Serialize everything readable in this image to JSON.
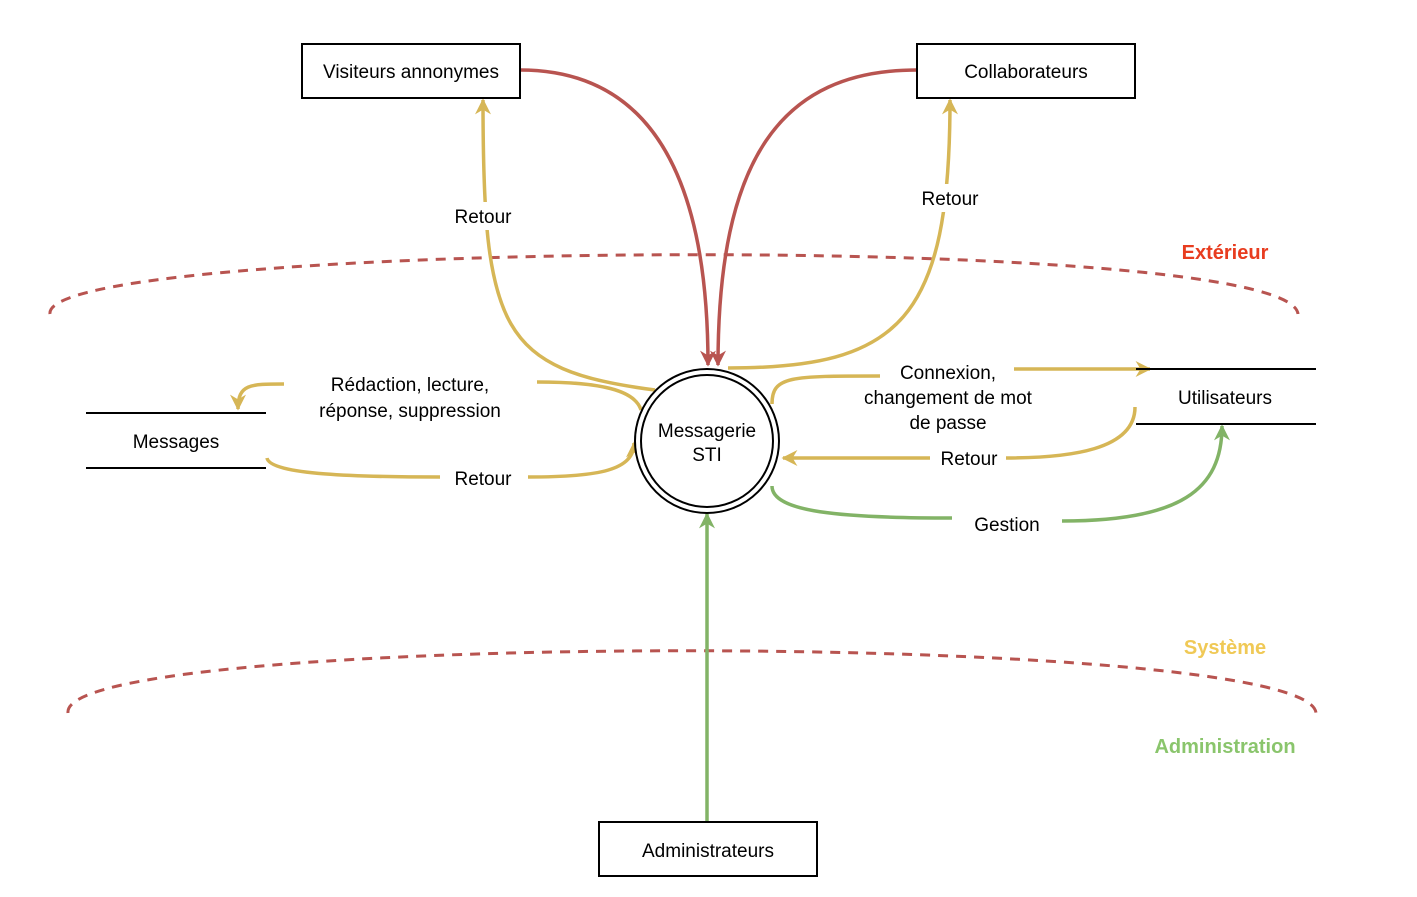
{
  "colors": {
    "red": "#b85450",
    "yellow": "#d6b656",
    "green": "#82b366",
    "exterieur_label": "#e83c1f",
    "systeme_label": "#f0c956",
    "administration_label": "#8ac56c"
  },
  "entities": {
    "visiteurs": "Visiteurs annonymes",
    "collaborateurs": "Collaborateurs",
    "administrateurs": "Administrateurs"
  },
  "process": {
    "line1": "Messagerie",
    "line2": "STI"
  },
  "stores": {
    "messages": "Messages",
    "utilisateurs": "Utilisateurs"
  },
  "flows": {
    "retour_visiteurs": "Retour",
    "retour_collaborateurs": "Retour",
    "redaction_line1": "Rédaction, lecture,",
    "redaction_line2": "réponse, suppression",
    "retour_messages": "Retour",
    "connexion_line1": "Connexion,",
    "connexion_line2": "changement de mot",
    "connexion_line3": "de passe",
    "retour_utilisateurs": "Retour",
    "gestion": "Gestion"
  },
  "zones": {
    "exterieur": "Extérieur",
    "systeme": "Système",
    "administration": "Administration"
  }
}
